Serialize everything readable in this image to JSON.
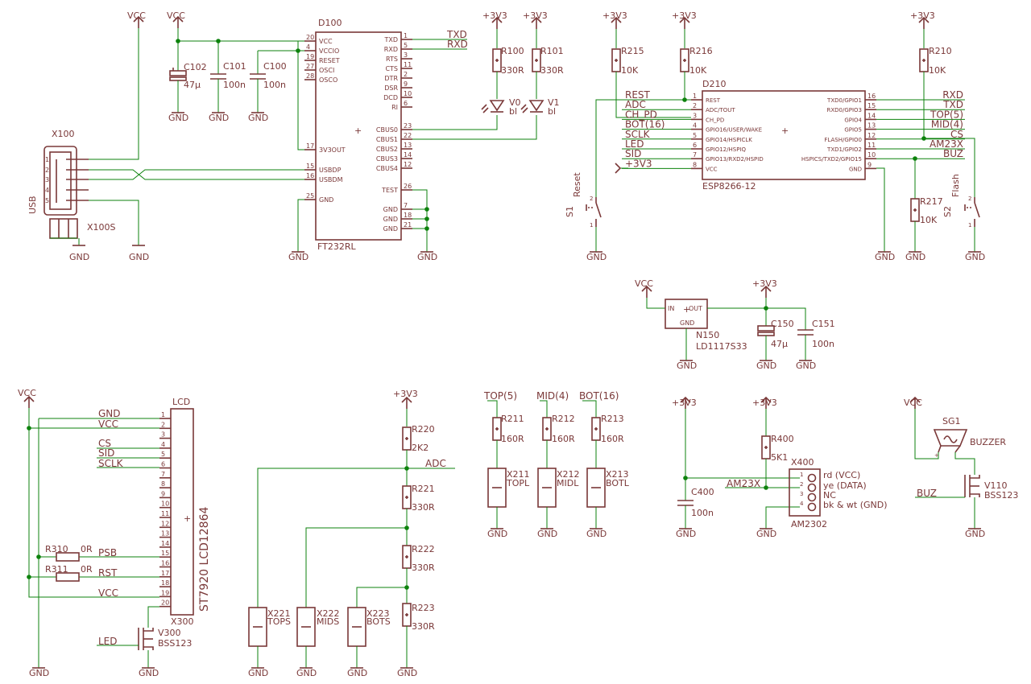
{
  "colors": {
    "wire": "#0d820d",
    "symbol": "#7a3838",
    "background": "#ffffff"
  },
  "power": {
    "vcc": "VCC",
    "v33": "+3V3",
    "gnd": "GND"
  },
  "usb": {
    "ref": "X100",
    "shield": "X100S",
    "side_label": "USB",
    "pins": [
      "1",
      "2",
      "3",
      "4",
      "5"
    ]
  },
  "ft232": {
    "ref": "D100",
    "value": "FT232RL",
    "left_pins": [
      {
        "num": "20",
        "name": "VCC"
      },
      {
        "num": "4",
        "name": "VCCIO"
      },
      {
        "num": "19",
        "name": "RESET"
      },
      {
        "num": "27",
        "name": "OSCI"
      },
      {
        "num": "28",
        "name": "OSCO"
      },
      {
        "num": "17",
        "name": "3V3OUT"
      },
      {
        "num": "15",
        "name": "USBDP"
      },
      {
        "num": "16",
        "name": "USBDM"
      },
      {
        "num": "25",
        "name": "GND"
      }
    ],
    "right_pins": [
      {
        "num": "1",
        "name": "TXD"
      },
      {
        "num": "5",
        "name": "RXD"
      },
      {
        "num": "3",
        "name": "RTS"
      },
      {
        "num": "11",
        "name": "CTS"
      },
      {
        "num": "2",
        "name": "DTR"
      },
      {
        "num": "9",
        "name": "DSR"
      },
      {
        "num": "10",
        "name": "DCD"
      },
      {
        "num": "6",
        "name": "RI"
      },
      {
        "num": "23",
        "name": "CBUS0"
      },
      {
        "num": "22",
        "name": "CBUS1"
      },
      {
        "num": "13",
        "name": "CBUS2"
      },
      {
        "num": "14",
        "name": "CBUS3"
      },
      {
        "num": "12",
        "name": "CBUS4"
      },
      {
        "num": "26",
        "name": "TEST"
      },
      {
        "num": "7",
        "name": "GND"
      },
      {
        "num": "18",
        "name": "GND"
      },
      {
        "num": "21",
        "name": "GND"
      }
    ],
    "nets": {
      "txd": "TXD",
      "rxd": "RXD"
    }
  },
  "caps": {
    "c102": {
      "ref": "C102",
      "value": "47µ"
    },
    "c101": {
      "ref": "C101",
      "value": "100n"
    },
    "c100": {
      "ref": "C100",
      "value": "100n"
    },
    "c150": {
      "ref": "C150",
      "value": "47µ"
    },
    "c151": {
      "ref": "C151",
      "value": "100n"
    },
    "c400": {
      "ref": "C400",
      "value": "100n"
    }
  },
  "resistors": {
    "r100": {
      "ref": "R100",
      "value": "330R"
    },
    "r101": {
      "ref": "R101",
      "value": "330R"
    },
    "r215": {
      "ref": "R215",
      "value": "10K"
    },
    "r216": {
      "ref": "R216",
      "value": "10K"
    },
    "r210": {
      "ref": "R210",
      "value": "10K"
    },
    "r217": {
      "ref": "R217",
      "value": "10K"
    },
    "r220": {
      "ref": "R220",
      "value": "2K2"
    },
    "r221": {
      "ref": "R221",
      "value": "330R"
    },
    "r222": {
      "ref": "R222",
      "value": "330R"
    },
    "r223": {
      "ref": "R223",
      "value": "330R"
    },
    "r211": {
      "ref": "R211",
      "value": "160R"
    },
    "r212": {
      "ref": "R212",
      "value": "160R"
    },
    "r213": {
      "ref": "R213",
      "value": "160R"
    },
    "r400": {
      "ref": "R400",
      "value": "5K1"
    },
    "r310": {
      "ref": "R310",
      "value": "0R"
    },
    "r311": {
      "ref": "R311",
      "value": "0R"
    }
  },
  "leds": {
    "v0": {
      "ref": "V0",
      "value": "bl"
    },
    "v1": {
      "ref": "V1",
      "value": "bl"
    }
  },
  "esp": {
    "ref": "D210",
    "value": "ESP8266-12",
    "left_pins": [
      {
        "num": "1",
        "name": "REST",
        "net": "REST"
      },
      {
        "num": "2",
        "name": "ADC/TOUT",
        "net": "ADC"
      },
      {
        "num": "3",
        "name": "CH_PD",
        "net": "CH_PD"
      },
      {
        "num": "4",
        "name": "GPIO16/USER/WAKE",
        "net": "BOT(16)"
      },
      {
        "num": "5",
        "name": "GPIO14/HSPICLK",
        "net": "SCLK"
      },
      {
        "num": "6",
        "name": "GPIO12/HSPIQ",
        "net": "LED"
      },
      {
        "num": "7",
        "name": "GPIO13/RXD2/HSPID",
        "net": "SID"
      },
      {
        "num": "8",
        "name": "VCC",
        "net": "+3V3"
      }
    ],
    "right_pins": [
      {
        "num": "16",
        "name": "TXD0/GPIO1",
        "net": "RXD"
      },
      {
        "num": "15",
        "name": "RXD0/GPIO3",
        "net": "TXD"
      },
      {
        "num": "14",
        "name": "GPIO4",
        "net": "TOP(5)"
      },
      {
        "num": "13",
        "name": "GPIO5",
        "net": "MID(4)"
      },
      {
        "num": "12",
        "name": "FLASH/GPIO0",
        "net": "CS"
      },
      {
        "num": "11",
        "name": "TXD1/GPIO2",
        "net": "AM23X"
      },
      {
        "num": "10",
        "name": "HSPICS/TXD2/GPIO15",
        "net": "BUZ"
      },
      {
        "num": "9",
        "name": "GND",
        "net": ""
      }
    ]
  },
  "switches": {
    "s1": {
      "ref": "S1",
      "value": "Reset"
    },
    "s2": {
      "ref": "S2",
      "value": "Flash"
    }
  },
  "regulator": {
    "ref": "N150",
    "value": "LD1117S33",
    "pin_in": "IN",
    "pin_out": "OUT",
    "pin_gnd": "GND"
  },
  "lcd": {
    "header": "LCD",
    "ref": "X300",
    "value": "ST7920 LCD12864",
    "pins": [
      "1",
      "2",
      "3",
      "4",
      "5",
      "6",
      "7",
      "8",
      "9",
      "10",
      "11",
      "12",
      "13",
      "14",
      "15",
      "16",
      "17",
      "18",
      "19",
      "20"
    ],
    "nets": {
      "gnd": "GND",
      "vcc": "VCC",
      "cs": "CS",
      "sid": "SID",
      "sclk": "SCLK",
      "psb": "PSB",
      "rst": "RST",
      "vcc2": "VCC"
    }
  },
  "transistors": {
    "v300": {
      "ref": "V300",
      "value": "BSS123",
      "net": "LED"
    },
    "v110": {
      "ref": "V110",
      "value": "BSS123",
      "net": "BUZ"
    }
  },
  "buttons_conn": {
    "x221": {
      "ref": "X221",
      "value": "TOPS"
    },
    "x222": {
      "ref": "X222",
      "value": "MIDS"
    },
    "x223": {
      "ref": "X223",
      "value": "BOTS"
    },
    "adc_net": "ADC"
  },
  "led_conn": {
    "x211": {
      "ref": "X211",
      "value": "TOPL",
      "net": "TOP(5)"
    },
    "x212": {
      "ref": "X212",
      "value": "MIDL",
      "net": "MID(4)"
    },
    "x213": {
      "ref": "X213",
      "value": "BOTL",
      "net": "BOT(16)"
    }
  },
  "am2302": {
    "ref": "X400",
    "value": "AM2302",
    "net": "AM23X",
    "pins": [
      "1",
      "2",
      "3",
      "4"
    ],
    "pin_labels": [
      "rd (VCC)",
      "ye (DATA)",
      "NC",
      "bk & wt (GND)"
    ]
  },
  "buzzer": {
    "ref": "SG1",
    "value": "BUZZER"
  },
  "pin_nums": {
    "one": "1",
    "two": "2"
  }
}
